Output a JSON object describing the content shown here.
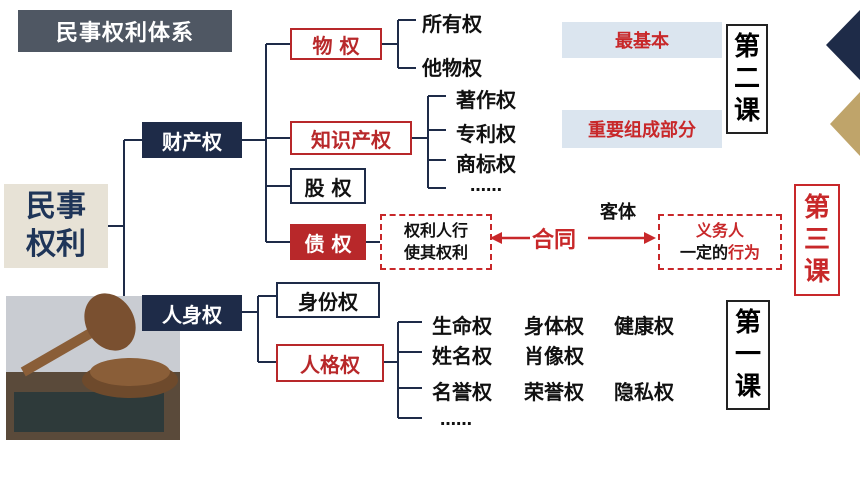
{
  "title": "民事权利体系",
  "root": {
    "line1": "民事",
    "line2": "权利"
  },
  "property": {
    "label": "财产权",
    "real_right": {
      "label": "物 权",
      "children": [
        "所有权",
        "他物权"
      ]
    },
    "ip_right": {
      "label": "知识产权",
      "children": [
        "著作权",
        "专利权",
        "商标权",
        "……"
      ]
    },
    "equity": {
      "label": "股 权"
    },
    "debt": {
      "label": "债 权"
    }
  },
  "personal": {
    "label": "人身权",
    "identity": {
      "label": "身份权"
    },
    "personality": {
      "label": "人格权",
      "rows": [
        [
          "生命权",
          "身体权",
          "健康权"
        ],
        [
          "姓名权",
          "肖像权"
        ],
        [
          "名誉权",
          "荣誉权",
          "隐私权"
        ],
        [
          "……"
        ]
      ]
    }
  },
  "contract": {
    "left_line1": "权利人行",
    "left_line2": "使其权利",
    "center": "合同",
    "object_label": "客体",
    "right_line1": "义务人",
    "right_line2a": "一定的",
    "right_line2b": "行为"
  },
  "panels": {
    "basic": "最基本",
    "important": "重要组成部分"
  },
  "lessons": {
    "lesson2": [
      "第",
      "二",
      "课"
    ],
    "lesson3": [
      "第",
      "三",
      "课"
    ],
    "lesson1": [
      "第",
      "一",
      "课"
    ]
  },
  "colors": {
    "navy": "#1e2b48",
    "red": "#b8282a",
    "panel": "#dbe5ef",
    "title_bg": "#4f5763"
  }
}
